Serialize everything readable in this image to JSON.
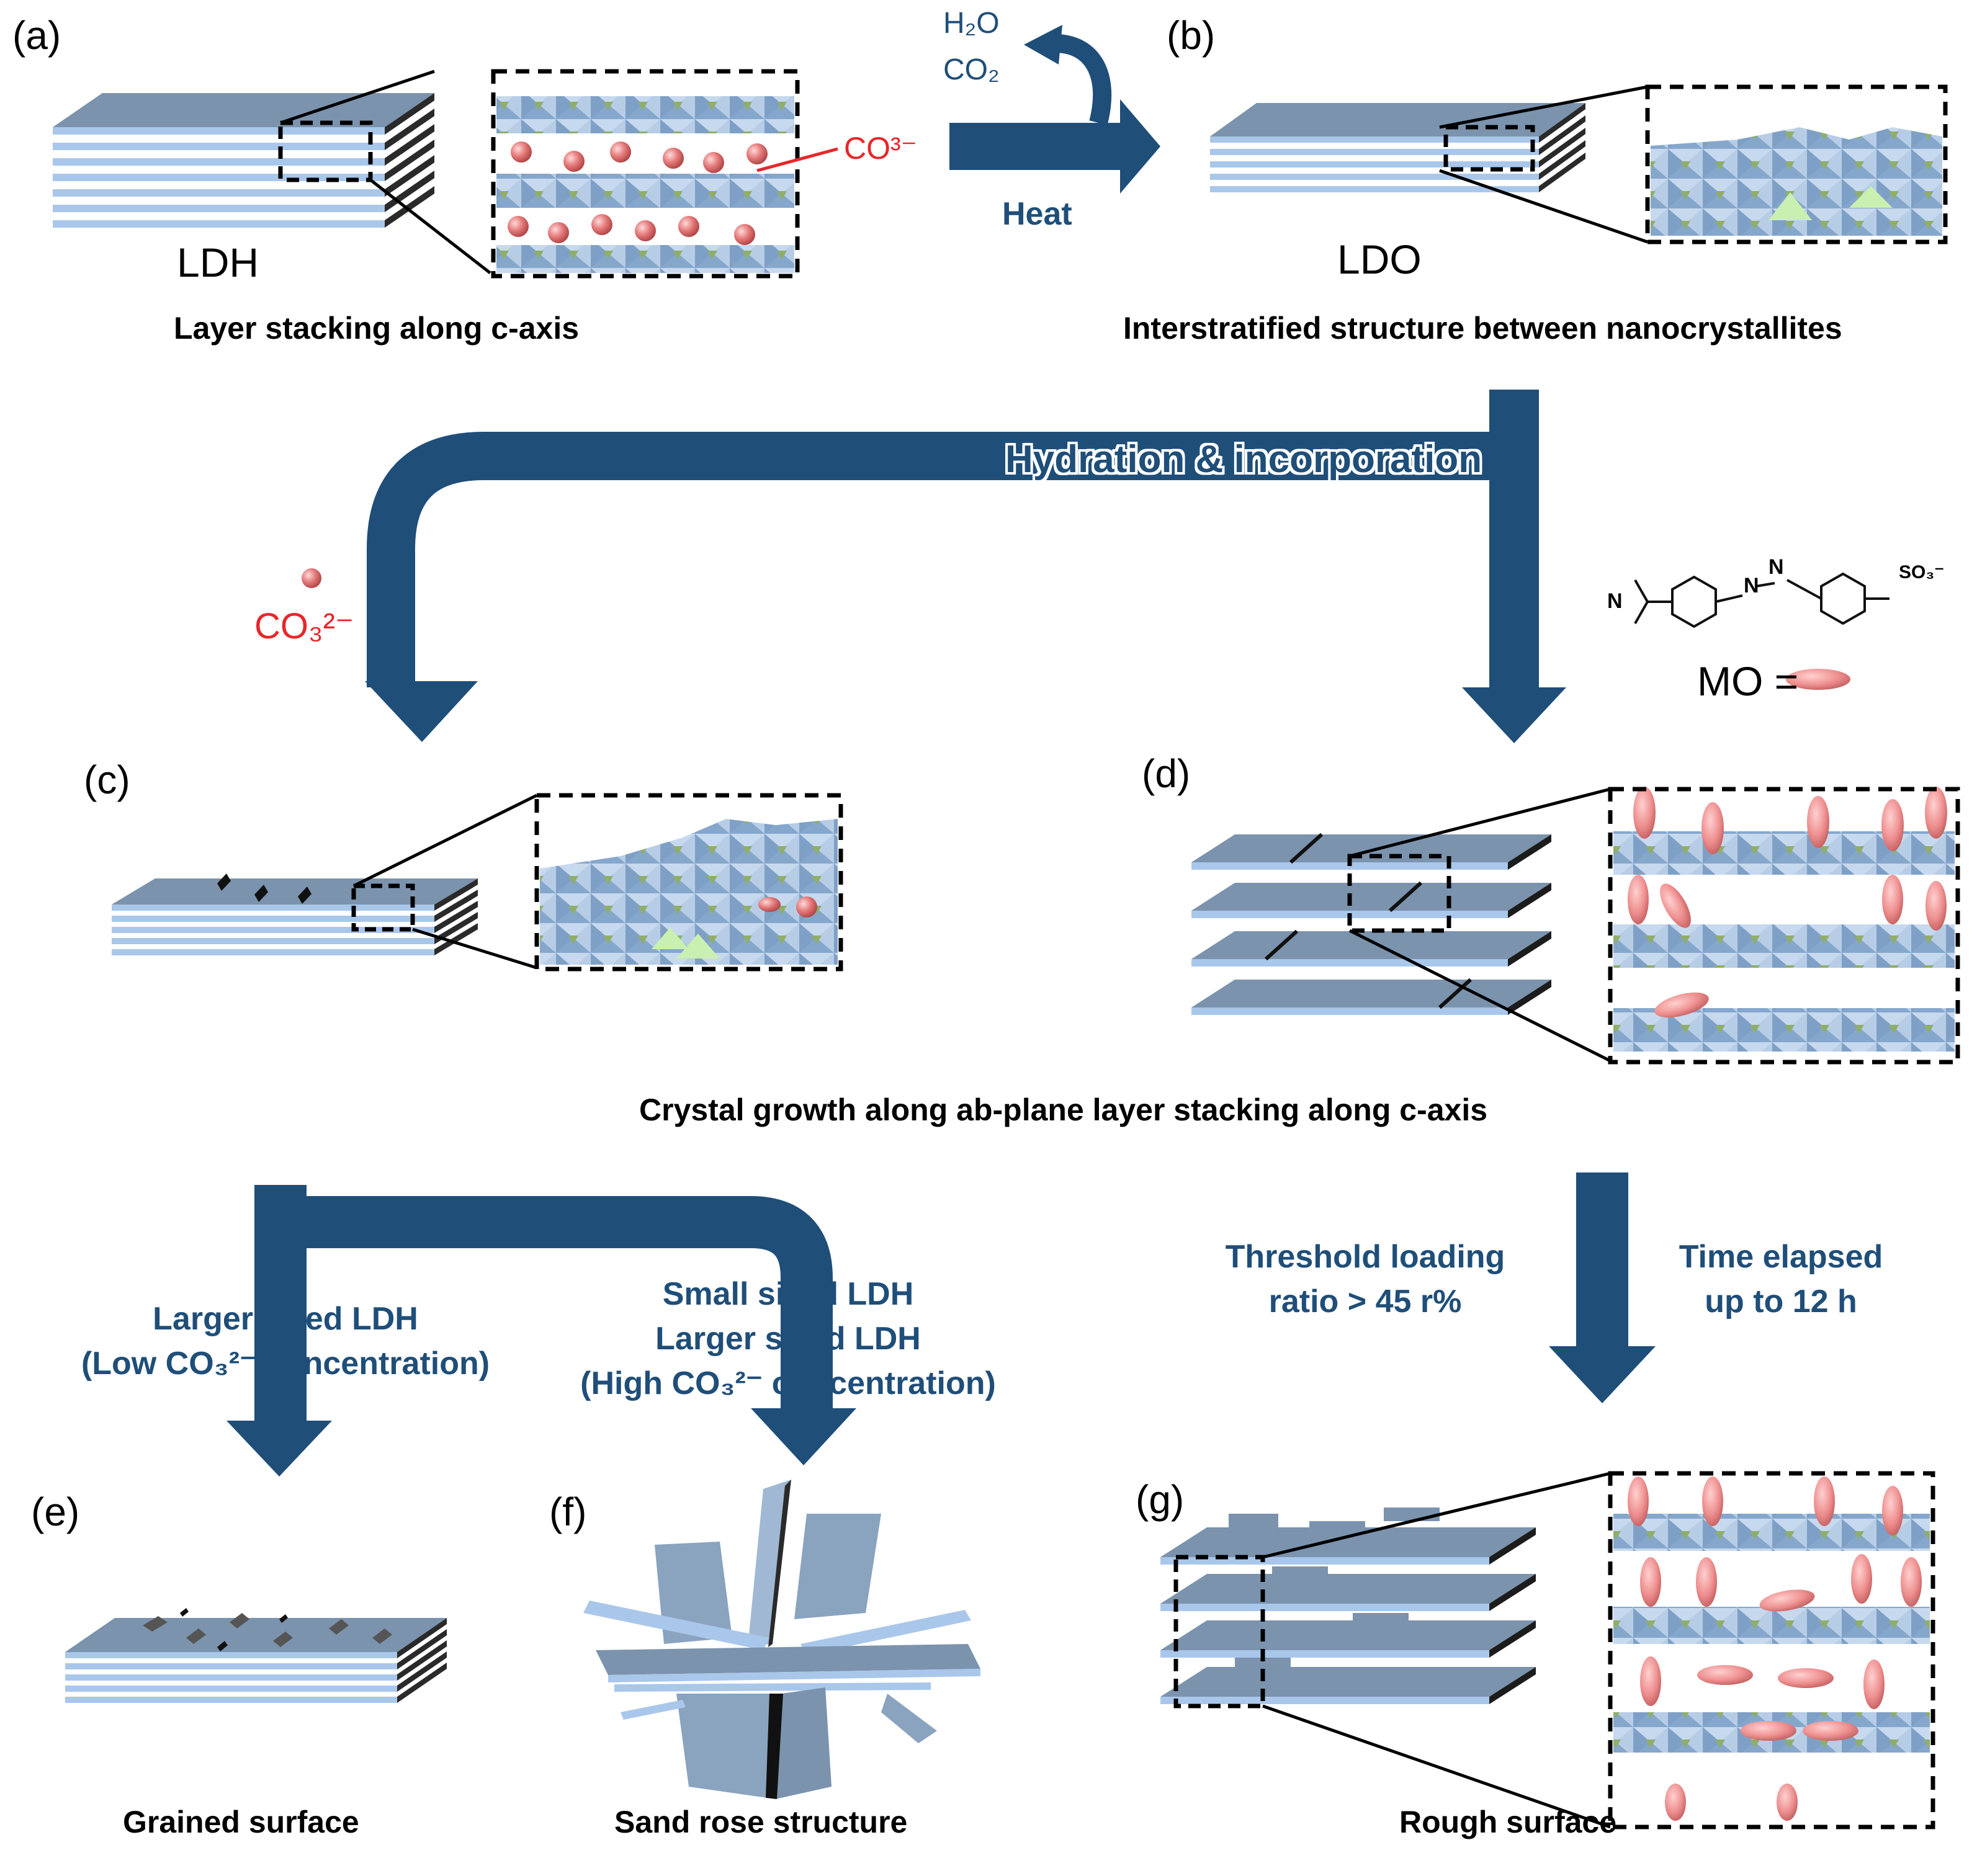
{
  "panels": {
    "a": "(a)",
    "b": "(b)",
    "c": "(c)",
    "d": "(d)",
    "e": "(e)",
    "f": "(f)",
    "g": "(g)"
  },
  "labels": {
    "ldh": "LDH",
    "ldo": "LDO"
  },
  "gas": {
    "h2o": "H₂O",
    "co2": "CO₂"
  },
  "ion_label": "CO³⁻",
  "carbonate": "CO₃²⁻",
  "heat": "Heat",
  "hydration": "Hydration & incorporation",
  "mo": {
    "label": "MO =",
    "so3": "SO₃⁻",
    "n": "N"
  },
  "captions": {
    "a": "Layer stacking along c-axis",
    "b": "Interstratified structure between nanocrystallites",
    "cd": "Crystal growth along ab-plane layer stacking along c-axis",
    "e": "Grained surface",
    "f": "Sand rose structure",
    "g": "Rough surface"
  },
  "branches": {
    "e": [
      "Larger sized LDH",
      "(Low CO₃²⁻ concentration)"
    ],
    "f": [
      "Small sized LDH",
      "Larger sized LDH",
      "(High CO₃²⁻ concentration)"
    ],
    "g_left": [
      "Threshold loading",
      "ratio > 45 r%"
    ],
    "g_right": [
      "Time elapsed",
      "up to 12 h"
    ]
  },
  "colors": {
    "arrow": "#1f4e79",
    "layer_top": "#7b93ad",
    "layer_side": "#a9c7ea",
    "octa": "#8faed0",
    "tetra": "#93ac6c",
    "sphere": "#e57a7a",
    "ellipse": "#ee8f8f",
    "red": "#e8262a"
  }
}
